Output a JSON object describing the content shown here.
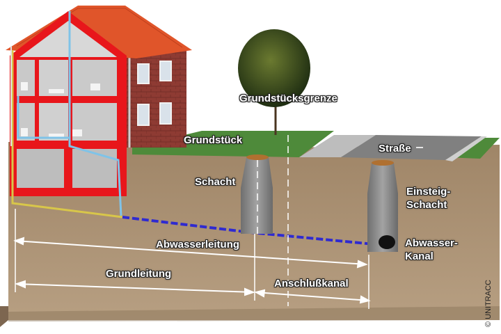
{
  "labels": {
    "boundary": "Grundstücksgrenze",
    "property": "Grundstück",
    "street": "Straße",
    "shaft": "Schacht",
    "manhole_line1": "Einsteig-",
    "manhole_line2": "Schacht",
    "sewer_line1": "Abwasser-",
    "sewer_line2": "Kanal",
    "wastewater_pipe": "Abwasserleitung",
    "ground_pipe": "Grundleitung",
    "connection_channel": "Anschlußkanal"
  },
  "copyright": "© UNITRACC",
  "colors": {
    "house_frame": "#e8161b",
    "roof": "#e0552a",
    "brick": "#8e3b33",
    "grass": "#4e8a3a",
    "soil": "#b09778",
    "street": "#8a8a8a",
    "sidewalk": "#bdbdbd",
    "pipe_blue": "#2f2ad0",
    "pipe_yellow": "#d8c64a",
    "water_pipe": "#7fc3e8",
    "concrete": "#8e8e8e"
  }
}
